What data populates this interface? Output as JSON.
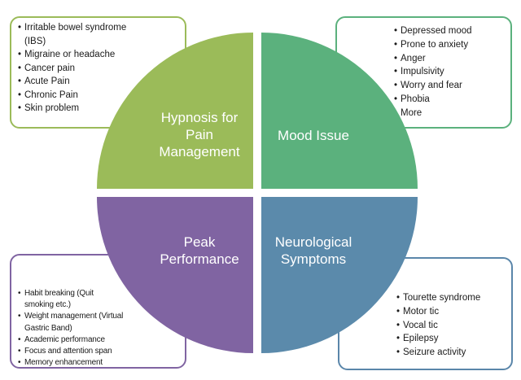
{
  "colors": {
    "pain": "#9bbb59",
    "mood": "#5bb17d",
    "peak": "#8064a2",
    "neuro": "#5b8aab"
  },
  "quadrants": {
    "pain": {
      "label_lines": [
        "Hypnosis for",
        "Pain",
        "Management"
      ]
    },
    "mood": {
      "label_lines": [
        "Mood Issue"
      ]
    },
    "peak": {
      "label_lines": [
        "Peak",
        "Performance"
      ]
    },
    "neuro": {
      "label_lines": [
        "Neurological",
        "Symptoms"
      ]
    }
  },
  "boxes": {
    "pain": {
      "items": [
        "Irritable bowel syndrome (IBS)",
        "Migraine or headache",
        "Cancer pain",
        "Acute Pain",
        "Chronic Pain",
        "Skin problem"
      ]
    },
    "mood": {
      "items": [
        "Depressed mood",
        "Prone to anxiety",
        "Anger",
        "Impulsivity",
        "Worry and fear",
        "Phobia",
        "More"
      ]
    },
    "peak": {
      "items": [
        "Habit breaking (Quit smoking etc.)",
        "Weight management (Virtual Gastric Band)",
        "Academic performance",
        "Focus and attention span",
        "Memory enhancement"
      ]
    },
    "neuro": {
      "items": [
        "Tourette syndrome",
        "Motor tic",
        "Vocal tic",
        "Epilepsy",
        "Seizure activity"
      ]
    }
  }
}
